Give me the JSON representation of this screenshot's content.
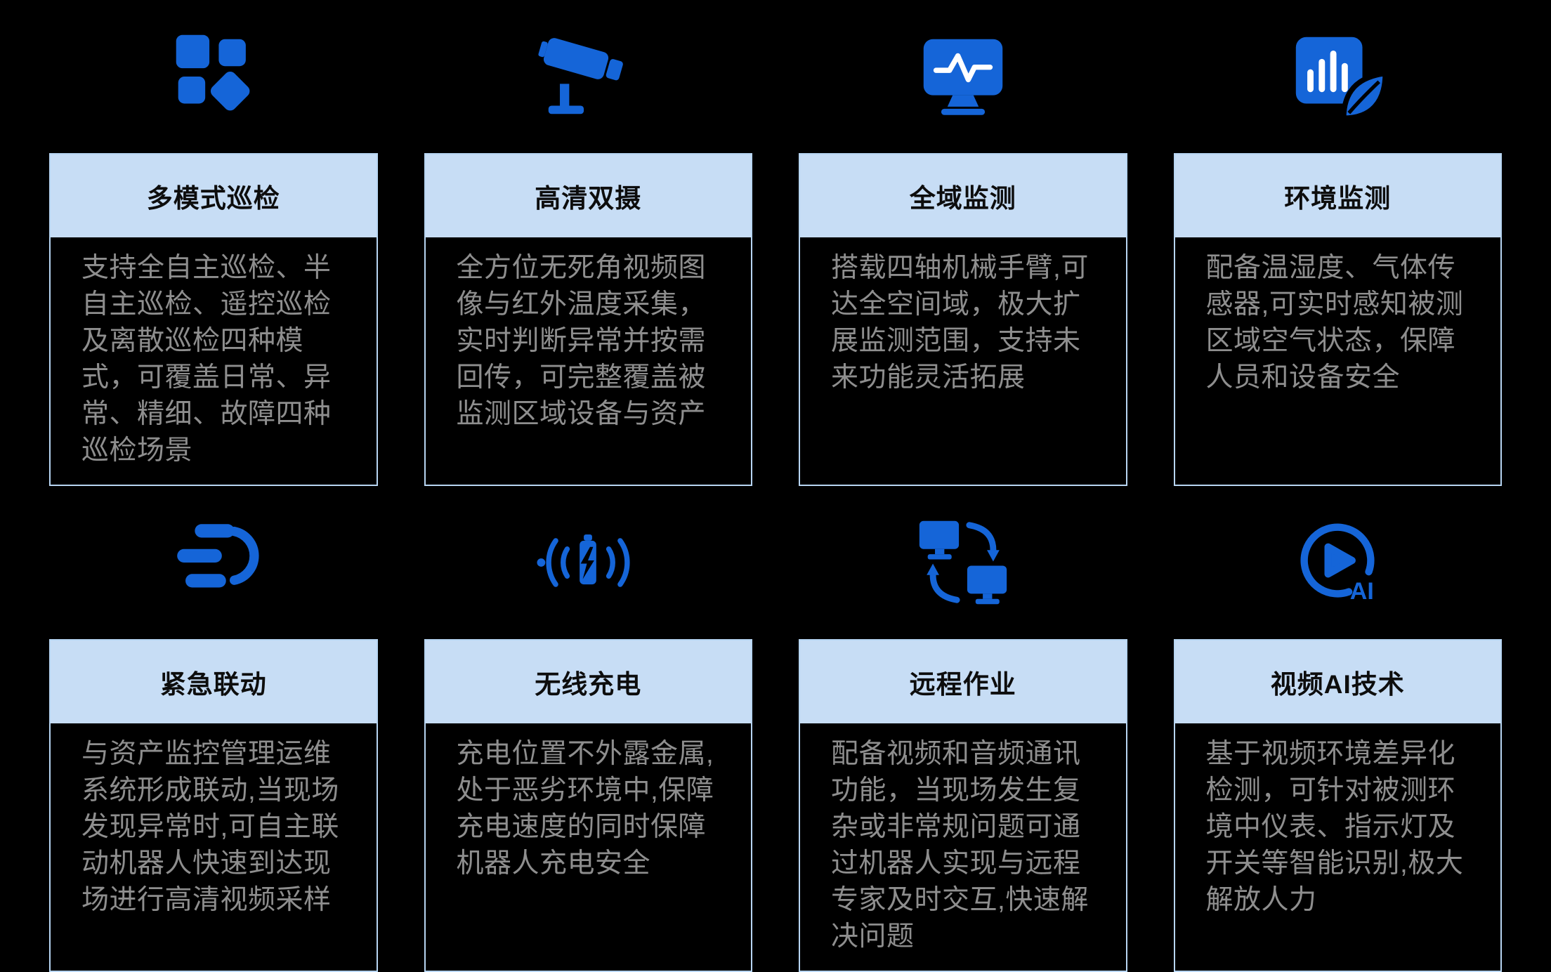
{
  "page": {
    "bg": "#000000",
    "accent": "#1565d8",
    "header_bg": "#c7ddf5",
    "card_border": "#b7d5f2",
    "title_color": "#0d0d0d",
    "body_color": "#8e8e8e"
  },
  "cards": [
    {
      "icon": "grid-modules-icon",
      "title": "多模式巡检",
      "body": "支持全自主巡检、半自主巡检、遥控巡检及离散巡检四种模式，可覆盖日常、异常、精细、故障四种巡检场景"
    },
    {
      "icon": "cctv-camera-icon",
      "title": "高清双摄",
      "body": "全方位无死角视频图像与红外温度采集，实时判断异常并按需回传，可完整覆盖被监测区域设备与资产"
    },
    {
      "icon": "monitor-pulse-icon",
      "title": "全域监测",
      "body": "搭载四轴机械手臂,可达全空间域，极大扩展监测范围，支持未来功能灵活拓展"
    },
    {
      "icon": "chart-leaf-icon",
      "title": "环境监测",
      "body": "配备温湿度、气体传感器,可实时感知被测区域空气状态，保障人员和设备安全"
    },
    {
      "icon": "linkage-icon",
      "title": "紧急联动",
      "body": "与资产监控管理运维系统形成联动,当现场发现异常时,可自主联动机器人快速到达现场进行高清视频采样"
    },
    {
      "icon": "wireless-charging-icon",
      "title": "无线充电",
      "body": "充电位置不外露金属,处于恶劣环境中,保障充电速度的同时保障机器人充电安全"
    },
    {
      "icon": "remote-monitors-icon",
      "title": "远程作业",
      "body": "配备视频和音频通讯功能，当现场发生复杂或非常规问题可通过机器人实现与远程专家及时交互,快速解决问题"
    },
    {
      "icon": "video-ai-icon",
      "title": "视频AI技术",
      "body": "基于视频环境差异化检测，可针对被测环境中仪表、指示灯及开关等智能识别,极大解放人力"
    }
  ]
}
